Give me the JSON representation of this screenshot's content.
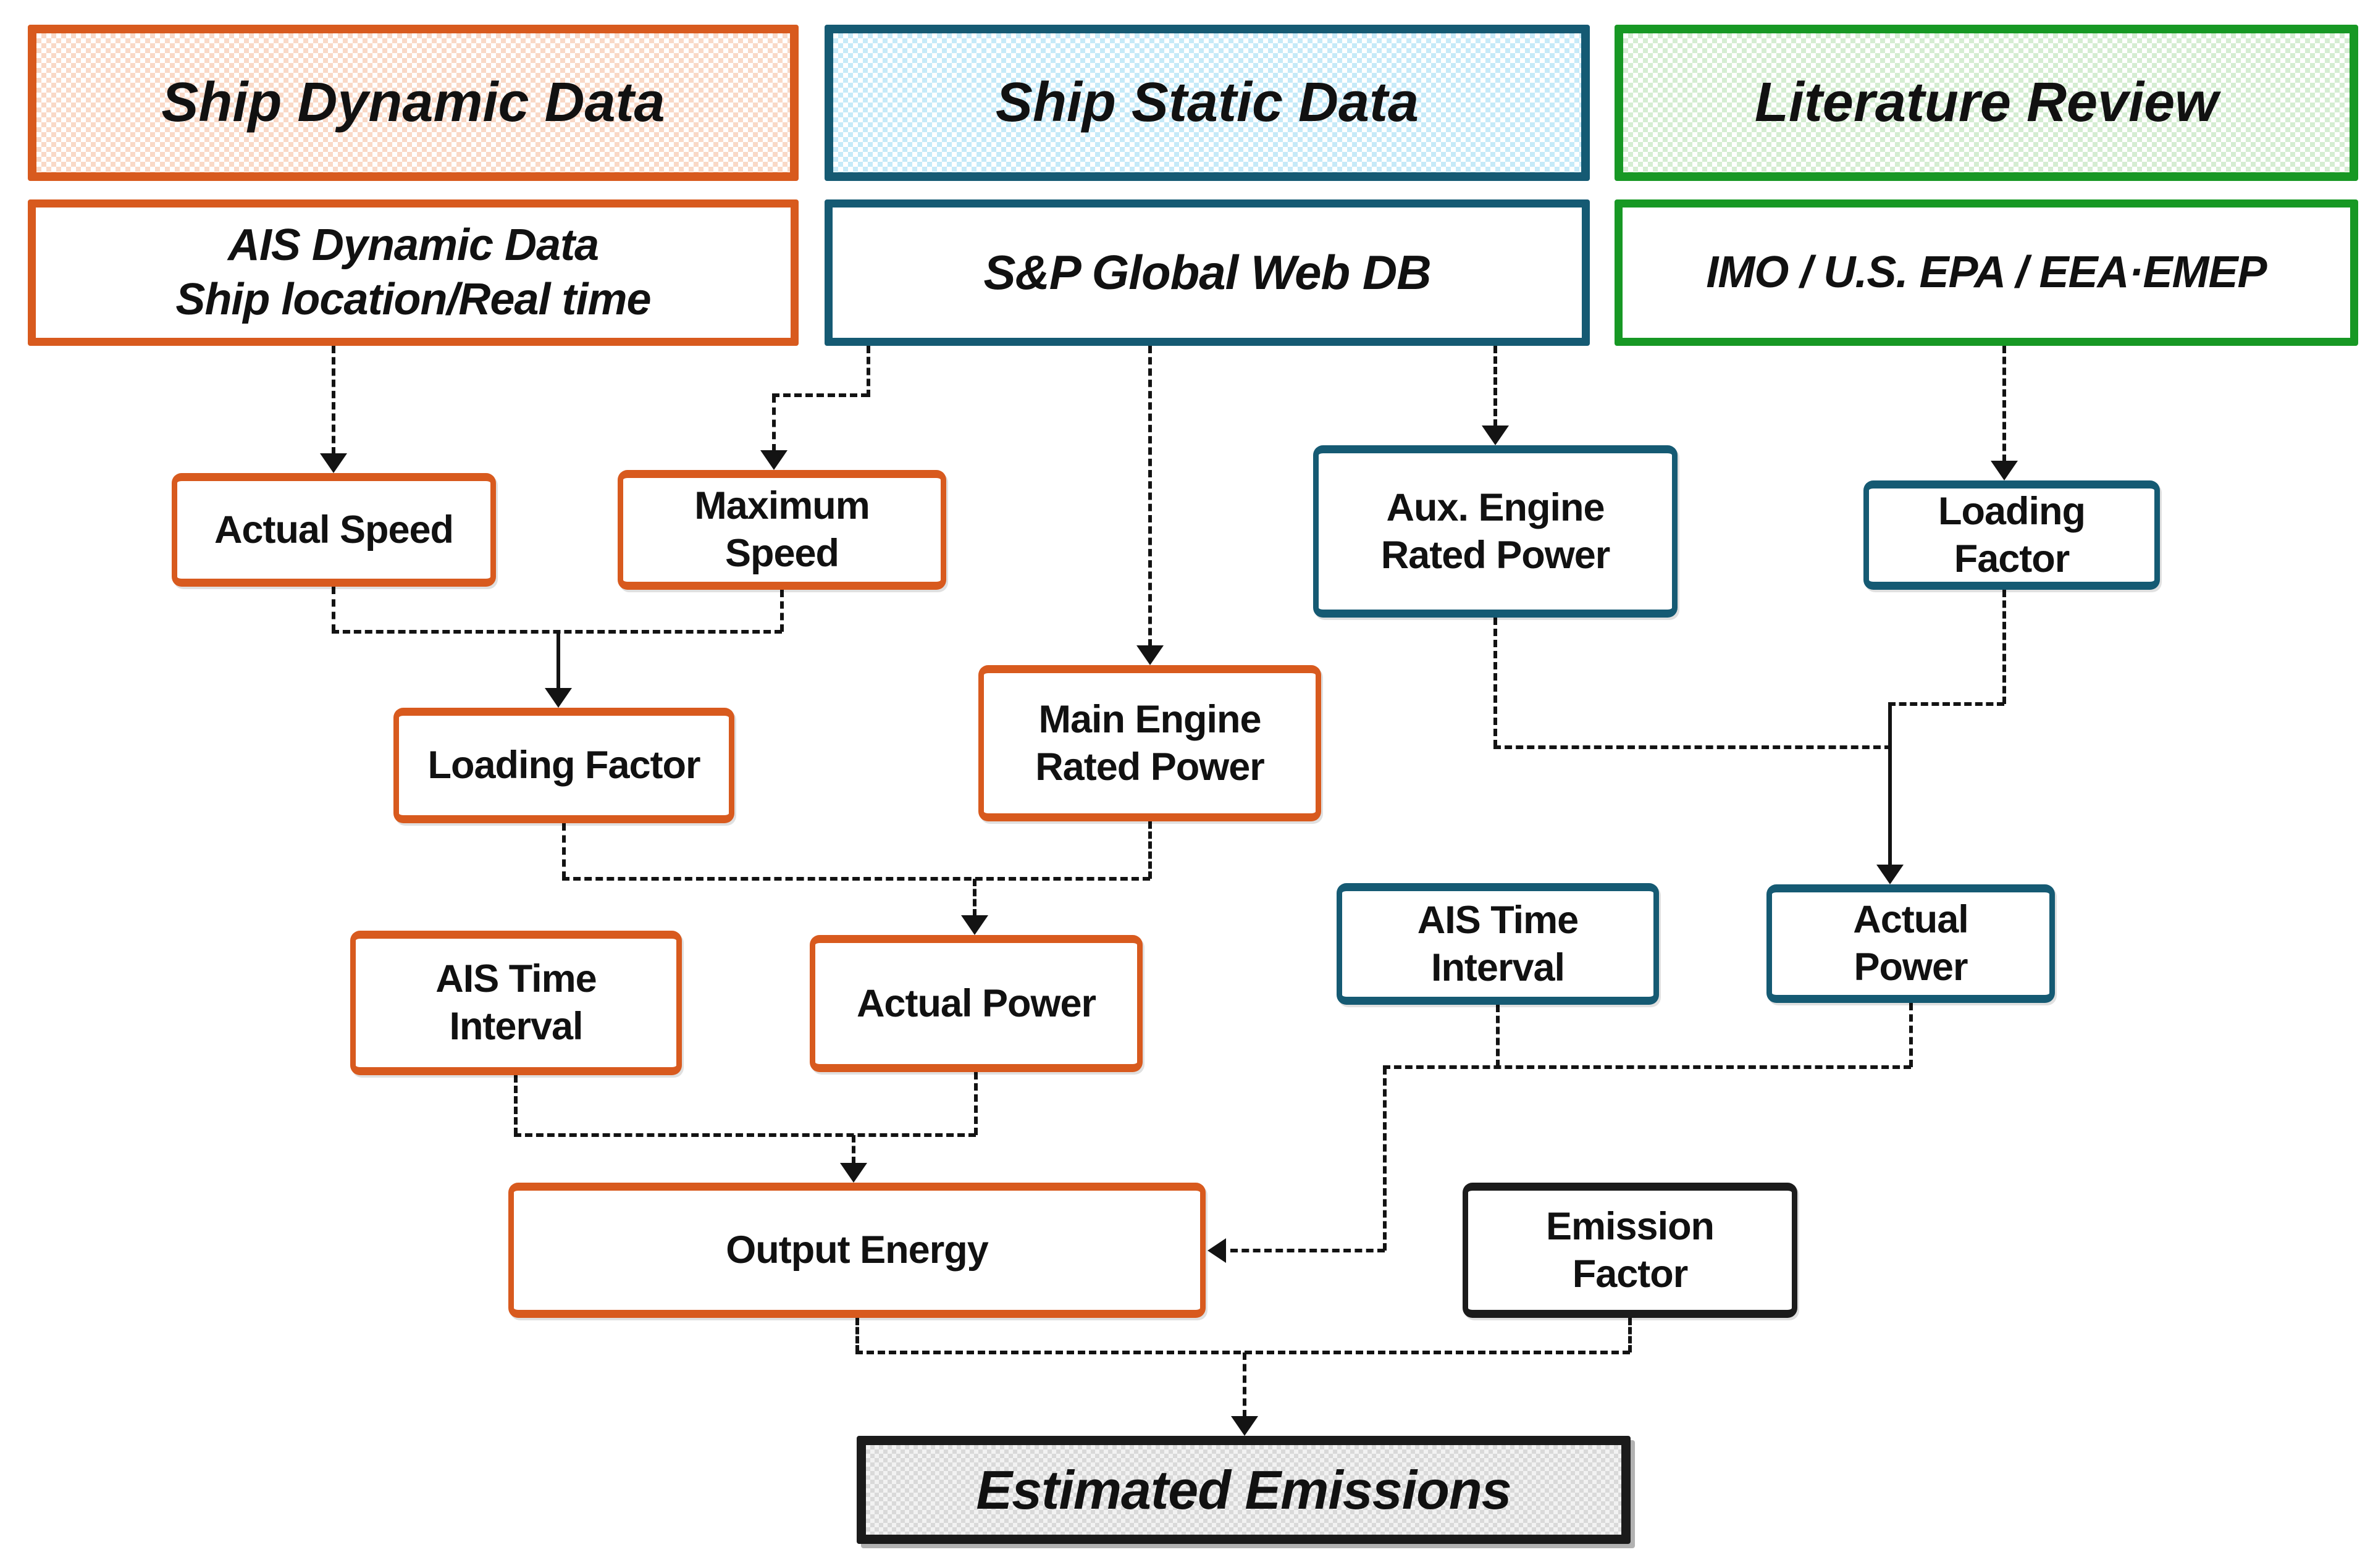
{
  "colors": {
    "orange": "#D85A1E",
    "teal": "#155A73",
    "green": "#179824",
    "dark": "#1B1B1B"
  },
  "headers": {
    "dynamic": "Ship Dynamic Data",
    "static": "Ship Static Data",
    "literature": "Literature Review"
  },
  "sources": {
    "dynamic": "AIS Dynamic Data\nShip location/Real time",
    "static": "S&P Global Web DB",
    "literature": "IMO / U.S. EPA / EEA·EMEP"
  },
  "nodes": {
    "actual_speed": "Actual Speed",
    "maximum_speed": "Maximum\nSpeed",
    "aux_engine_rated_power": "Aux. Engine\nRated Power",
    "loading_factor_literature": "Loading\nFactor",
    "loading_factor": "Loading Factor",
    "main_engine_rated_power": "Main Engine\nRated Power",
    "ais_time_interval": "AIS Time\nInterval",
    "actual_power": "Actual Power",
    "ais_time_interval_static": "AIS Time\nInterval",
    "actual_power_static": "Actual\nPower",
    "output_energy": "Output Energy",
    "emission_factor": "Emission\nFactor",
    "estimated_emissions": "Estimated Emissions"
  }
}
